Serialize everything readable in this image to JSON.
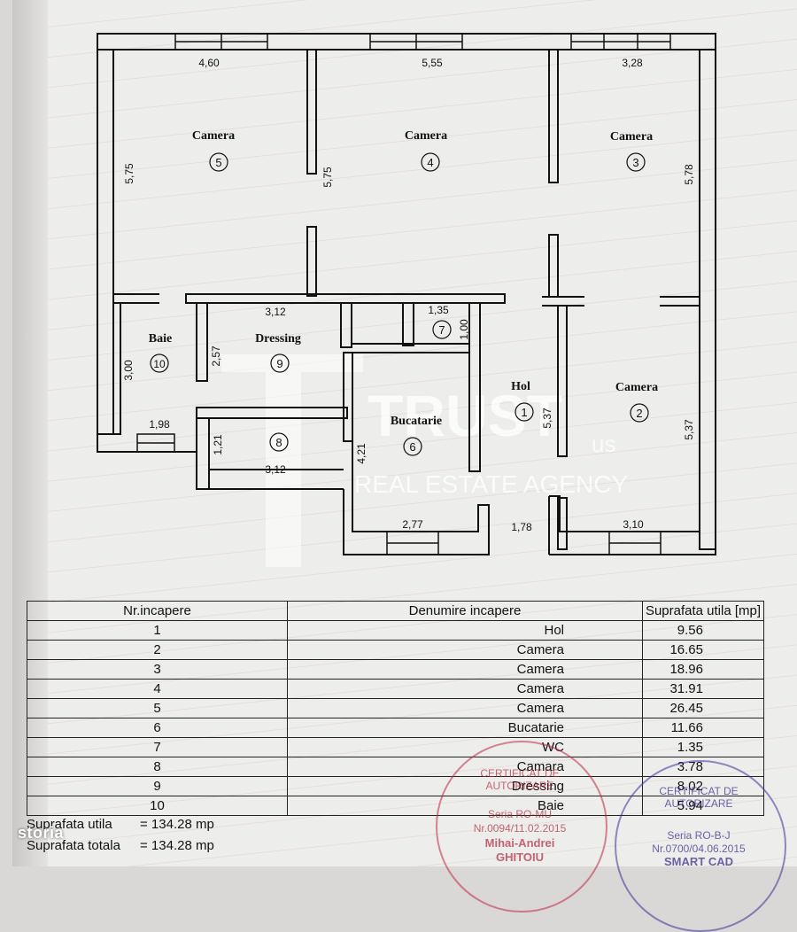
{
  "rooms": [
    {
      "no": "5",
      "name": "Camera"
    },
    {
      "no": "4",
      "name": "Camera"
    },
    {
      "no": "3",
      "name": "Camera"
    },
    {
      "no": "10",
      "name": "Baie"
    },
    {
      "no": "9",
      "name": "Dressing"
    },
    {
      "no": "7",
      "name": ""
    },
    {
      "no": "1",
      "name": "Hol"
    },
    {
      "no": "2",
      "name": "Camera"
    },
    {
      "no": "6",
      "name": "Bucatarie"
    },
    {
      "no": "8",
      "name": ""
    }
  ],
  "dimensions": [
    "4,60",
    "5,55",
    "3,28",
    "5,75",
    "5,75",
    "5,78",
    "3,12",
    "1,35",
    "1,00",
    "3,00",
    "2,57",
    "5,37",
    "5,37",
    "1,98",
    "1,21",
    "4,21",
    "3,12",
    "2,77",
    "1,78",
    "3,10"
  ],
  "watermark": {
    "brand": "TRUST",
    "brand_suffix": "us",
    "tagline": "REAL ESTATE AGENCY"
  },
  "table": {
    "headers": [
      "Nr.incapere",
      "Denumire incapere",
      "Suprafata utila [mp]"
    ],
    "rows": [
      [
        "1",
        "Hol",
        "9.56"
      ],
      [
        "2",
        "Camera",
        "16.65"
      ],
      [
        "3",
        "Camera",
        "18.96"
      ],
      [
        "4",
        "Camera",
        "31.91"
      ],
      [
        "5",
        "Camera",
        "26.45"
      ],
      [
        "6",
        "Bucatarie",
        "11.66"
      ],
      [
        "7",
        "WC",
        "1.35"
      ],
      [
        "8",
        "Camara",
        "3.78"
      ],
      [
        "9",
        "Dressing",
        "8.02"
      ],
      [
        "10",
        "Baie",
        "5.94"
      ]
    ]
  },
  "totals": {
    "utila_label": "Suprafata utila",
    "utila_value": "= 134.28 mp",
    "totala_label": "Suprafata totala",
    "totala_value": "= 134.28 mp"
  },
  "stamp_left": {
    "title": "CERTIFICAT DE AUTORIZARE",
    "series": "Seria RO-MU",
    "number": "Nr.0094/11.02.2015",
    "name": "Mihai-Andrei",
    "surname": "GHITOIU"
  },
  "stamp_right": {
    "title": "CERTIFICAT DE AUTORIZARE",
    "series": "Seria RO-B-J",
    "number": "Nr.0700/04.06.2015",
    "name": "SMART CAD"
  },
  "site_watermark": "storia"
}
